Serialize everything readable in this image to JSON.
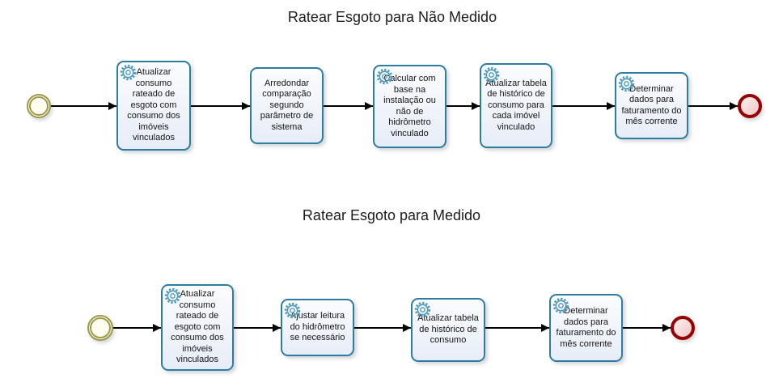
{
  "processes": [
    {
      "title": "Ratear Esgoto para Não Medido",
      "start_event_icon": "double-circle-start",
      "end_event_icon": "thick-red-circle-end",
      "tasks": [
        {
          "label": "Atualizar consumo rateado de esgoto com consumo dos imóveis vinculados",
          "icon": "service-gear-icon"
        },
        {
          "label": "Arredondar comparação segundo parâmetro de sistema",
          "icon": null
        },
        {
          "label": "Calcular com base na instalação ou não de hidrômetro vinculado",
          "icon": "service-gear-icon"
        },
        {
          "label": "Atualizar tabela de histórico de consumo para cada imóvel vinculado",
          "icon": "service-gear-icon"
        },
        {
          "label": "Determinar dados para faturamento do mês corrente",
          "icon": "service-gear-icon"
        }
      ]
    },
    {
      "title": "Ratear Esgoto para Medido",
      "start_event_icon": "double-circle-start",
      "end_event_icon": "thick-red-circle-end",
      "tasks": [
        {
          "label": "Atualizar consumo rateado de esgoto com consumo dos imóveis vinculados",
          "icon": "service-gear-icon"
        },
        {
          "label": "Ajustar leitura do hidrômetro se necessário",
          "icon": "service-gear-icon"
        },
        {
          "label": "Atualizar tabela de histórico de consumo",
          "icon": "service-gear-icon"
        },
        {
          "label": "Determinar dados para faturamento do mês corrente",
          "icon": "service-gear-icon"
        }
      ]
    }
  ],
  "colors": {
    "background": "#ffffff",
    "title_text": "#1c1c1c",
    "task_border": "#2c7da1",
    "task_fill_top": "#fbfcfe",
    "task_fill_bottom": "#e7edf7",
    "task_text": "#141414",
    "gear_icon": "#4f9abc",
    "start_stroke": "#9b9a4a",
    "start_fill": "#fffdf0",
    "end_stroke": "#990000",
    "end_fill_top": "#fdf1f1",
    "end_fill_bottom": "#efc5c5",
    "arrow": "#000000"
  }
}
